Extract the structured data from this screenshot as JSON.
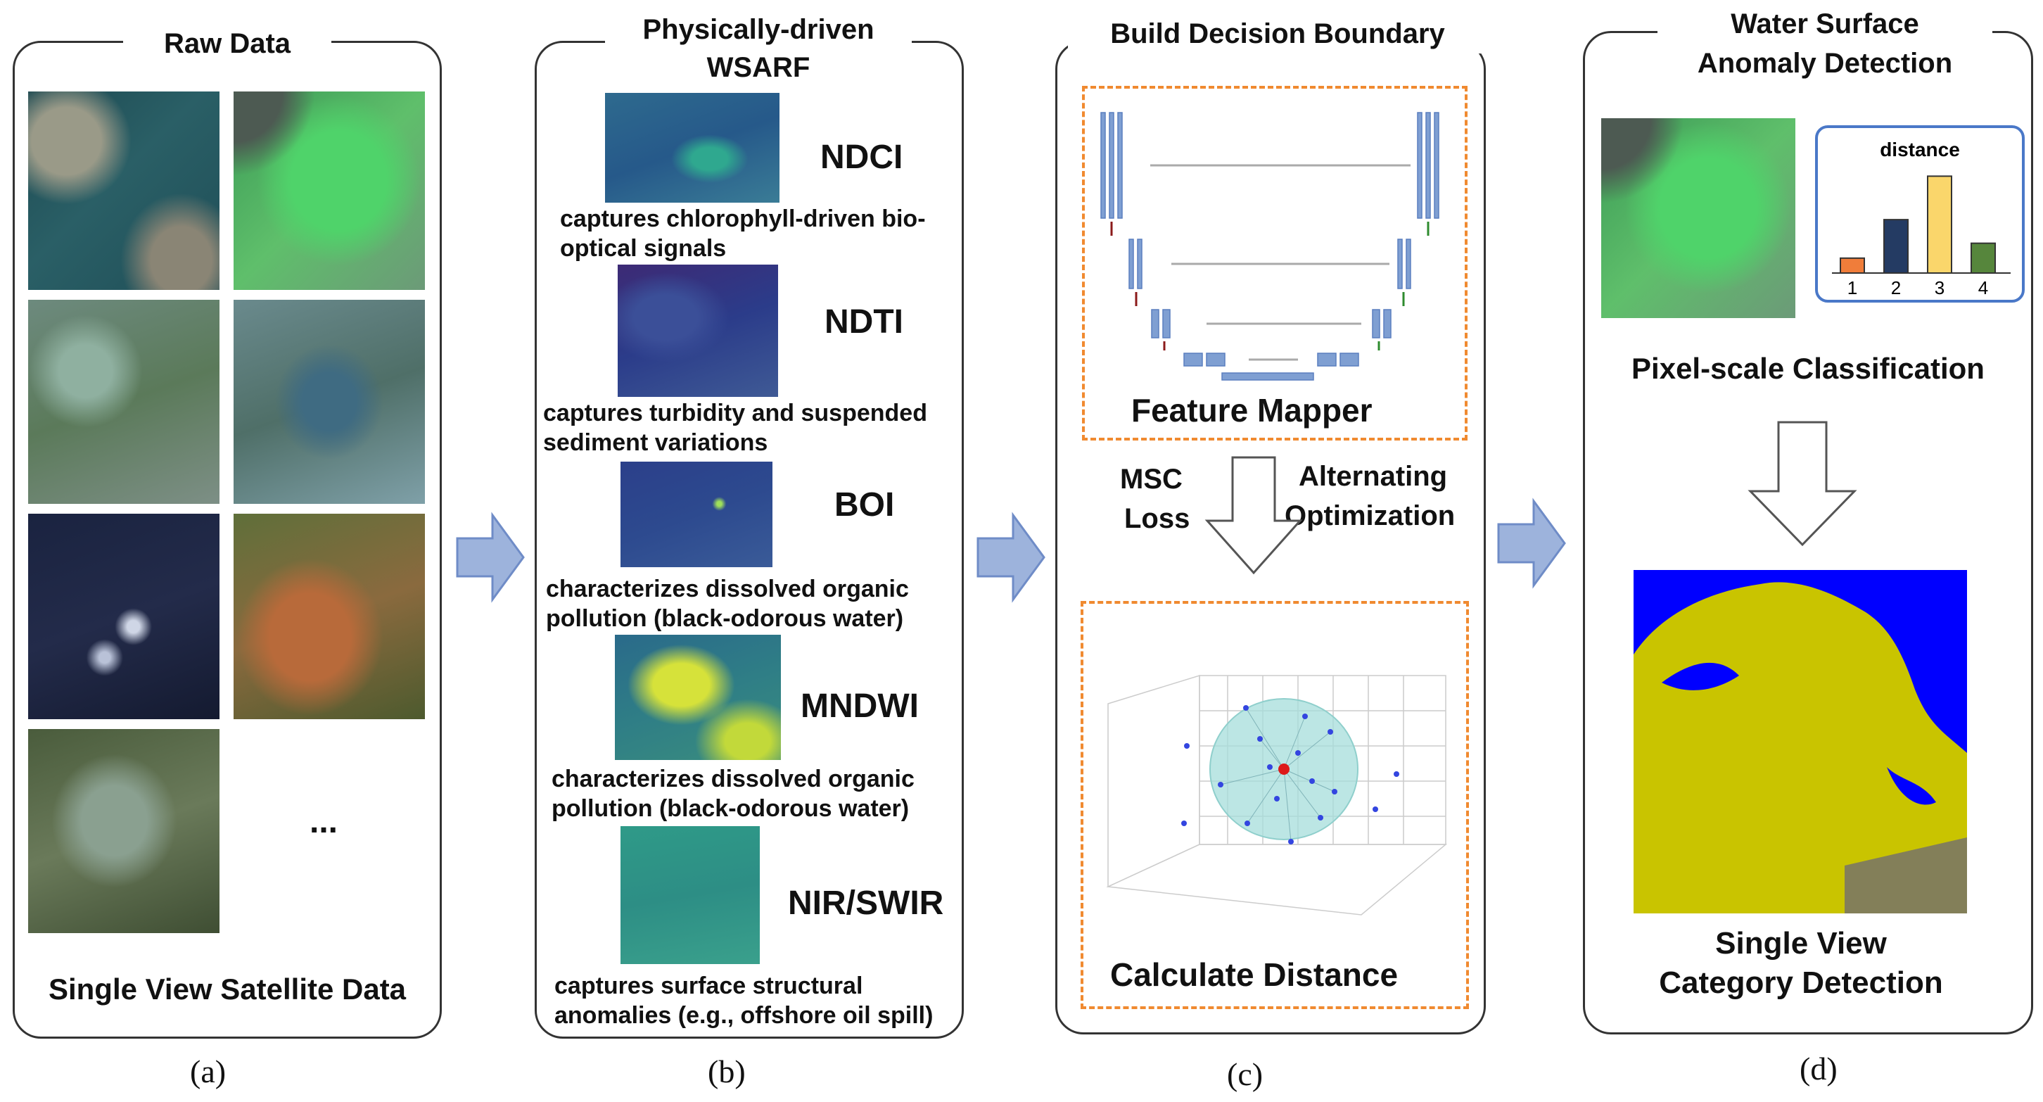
{
  "panel_a": {
    "title": "Raw Data",
    "ellipsis": "...",
    "caption": "Single View Satellite Data",
    "index": "(a)"
  },
  "panel_b": {
    "title_line1": "Physically-driven",
    "title_line2": "WSARF",
    "items": [
      {
        "name": "NDCI",
        "desc": "captures chlorophyll-driven bio-optical signals"
      },
      {
        "name": "NDTI",
        "desc": "captures turbidity and suspended sediment variations"
      },
      {
        "name": "BOI",
        "desc": "characterizes dissolved organic pollution (black-odorous water)"
      },
      {
        "name": "MNDWI",
        "desc": "characterizes dissolved organic pollution (black-odorous water)"
      },
      {
        "name": "NIR/SWIR",
        "desc": "captures surface structural anomalies (e.g., offshore oil spill)"
      }
    ],
    "index": "(b)"
  },
  "panel_c": {
    "title": "Build Decision Boundary",
    "feature_mapper": "Feature Mapper",
    "msc_line1": "MSC",
    "msc_line2": "Loss",
    "alt_line1": "Alternating",
    "alt_line2": "Optimization",
    "calc": "Calculate Distance",
    "index": "(c)"
  },
  "panel_d": {
    "title_line1": "Water Surface",
    "title_line2": "Anomaly Detection",
    "pixel_label": "Pixel-scale Classification",
    "caption_line1": "Single View",
    "caption_line2": "Category Detection",
    "index": "(d)"
  },
  "chart_data": {
    "type": "bar",
    "title": "distance",
    "categories": [
      "1",
      "2",
      "3",
      "4"
    ],
    "values": [
      1.2,
      4.3,
      7.8,
      2.4
    ],
    "ylim": [
      0,
      8.5
    ],
    "colors": [
      "#f07d3a",
      "#243b63",
      "#fad66b",
      "#56863c"
    ]
  },
  "colors": {
    "arrow_fill": "#9db3dc",
    "arrow_stroke": "#6f8cc7",
    "dashed": "#f08a30",
    "unet_block": "#7f9fd2",
    "map_blue": "#0000ff",
    "map_yellow": "#c9c400"
  }
}
